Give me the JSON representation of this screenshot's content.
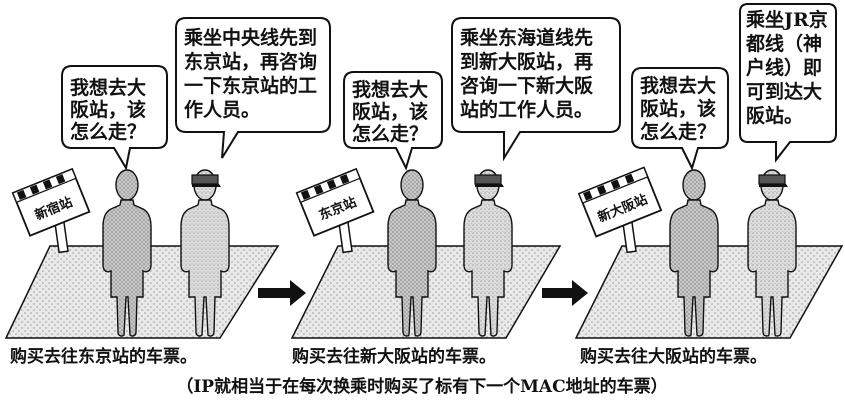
{
  "scenes": [
    {
      "station_sign": "新宿站",
      "traveler_question": [
        "我想去大",
        "阪站，该",
        "怎么走？"
      ],
      "staff_answer": [
        "乘坐中央线先到",
        "东京站，再咨询",
        "一下东京站的工",
        "作人员。"
      ],
      "caption": "购买去往东京站的车票。"
    },
    {
      "station_sign": "东京站",
      "traveler_question": [
        "我想去大",
        "阪站，该",
        "怎么走？"
      ],
      "staff_answer": [
        "乘坐东海道线先",
        "到新大阪站，再",
        "咨询一下新大阪",
        "站的工作人员。"
      ],
      "caption": "购买去往新大阪站的车票。"
    },
    {
      "station_sign": "新大阪站",
      "traveler_question": [
        "我想去大",
        "阪站，该",
        "怎么走？"
      ],
      "staff_answer": [
        "乘坐JR京",
        "都线（神",
        "户线）即",
        "可到达大",
        "阪站。"
      ],
      "caption": "购买去往大阪站的车票。"
    }
  ],
  "footer_note": "（IP就相当于在每次换乘时购买了标有下一个MAC地址的车票）"
}
